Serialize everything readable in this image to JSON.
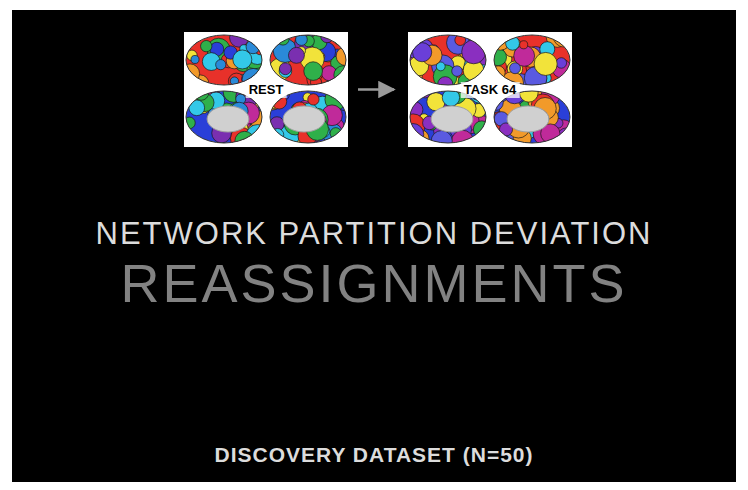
{
  "diagram": {
    "title": "NETWORK PARTITION DEVIATION",
    "caption": "DISCOVERY DATASET (N=50)",
    "nodes": [
      {
        "text": [
          "REST"
        ]
      },
      {
        "text": [
          "TASK 64"
        ]
      }
    ],
    "edges": [
      {
        "from": 0,
        "to": 1,
        "arrow": "to"
      }
    ],
    "labels": [
      "REASSIGNMENTS"
    ]
  }
}
